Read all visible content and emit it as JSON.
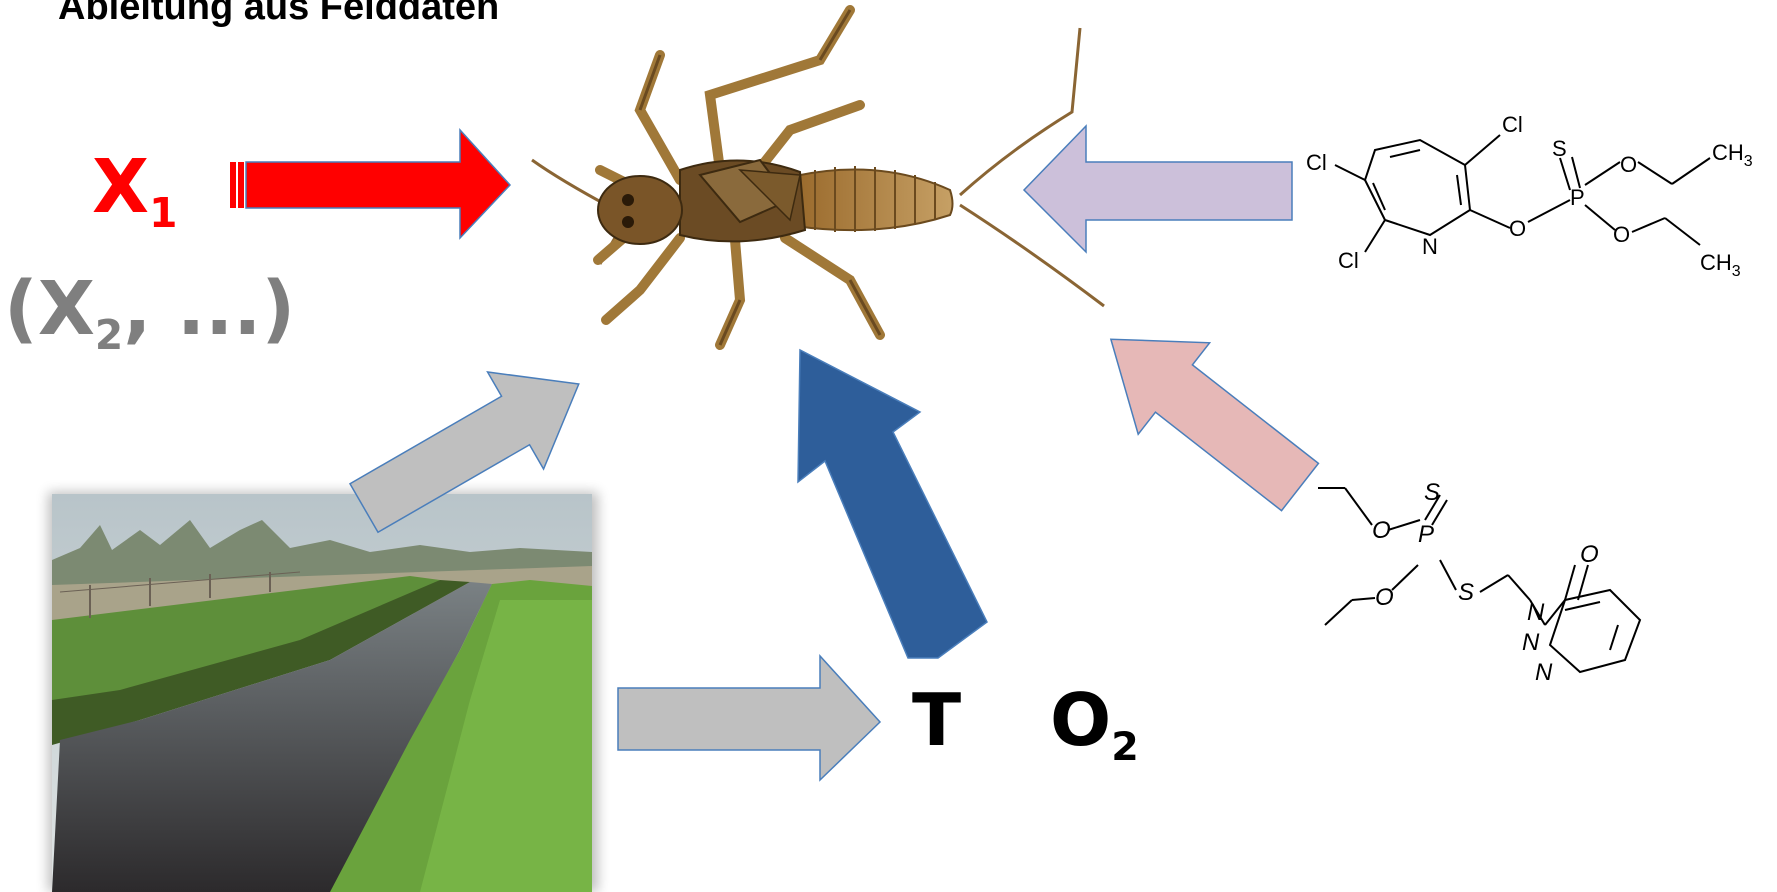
{
  "title": "Ableitung aus Felddaten",
  "labels": {
    "x1_main": "X",
    "x1_sub": "1",
    "x2_open": "(X",
    "x2_sub": "2",
    "x2_close": ", ...)",
    "t": "T",
    "o2_main": "O",
    "o2_sub": "2"
  },
  "chlorpyrifos": {
    "cl_top": "Cl",
    "cl_left": "Cl",
    "cl_bottom": "Cl",
    "n": "N",
    "o_ring": "O",
    "s": "S",
    "p": "P",
    "o_upper": "O",
    "o_lower": "O",
    "ch3_upper": "CH3",
    "ch3_lower": "CH3"
  },
  "azinphos": {
    "s_double": "S",
    "p": "P",
    "o_upper": "O",
    "o_lower": "O",
    "s_single": "S",
    "n1": "N",
    "n2": "N",
    "n3": "N",
    "o_carbonyl": "O"
  },
  "colors": {
    "red_arrow": "#ff0000",
    "gray_arrow": "#bfbfbf",
    "blue_arrow": "#2e5e9a",
    "lavender_arrow": "#ccc0da",
    "pink_arrow": "#e6b8b7",
    "arrow_outline": "#4a7ebb",
    "x1_text": "#ff0000",
    "x2_text": "#7f7f7f"
  },
  "icons": [
    "stonefly-image",
    "drainage-ditch-photo",
    "chlorpyrifos-structure",
    "azinphos-methyl-structure"
  ]
}
